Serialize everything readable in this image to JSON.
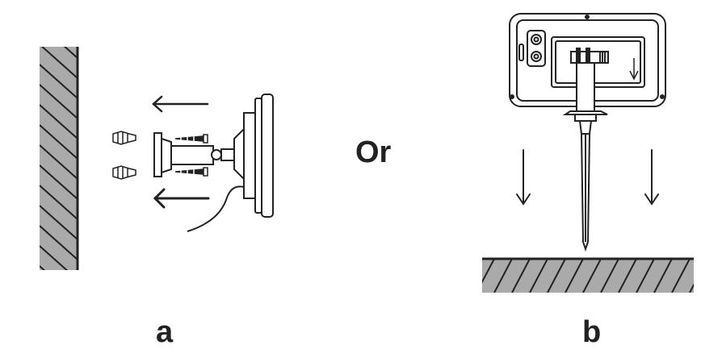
{
  "labels": {
    "or": "Or",
    "a": "a",
    "b": "b"
  },
  "panels": {
    "a": {
      "description_icon": "wall-mount-icon"
    },
    "b": {
      "description_icon": "ground-stake-icon"
    }
  },
  "colors": {
    "line": "#222222",
    "hatch_fill": "#aaaaaa",
    "background": "#ffffff"
  }
}
